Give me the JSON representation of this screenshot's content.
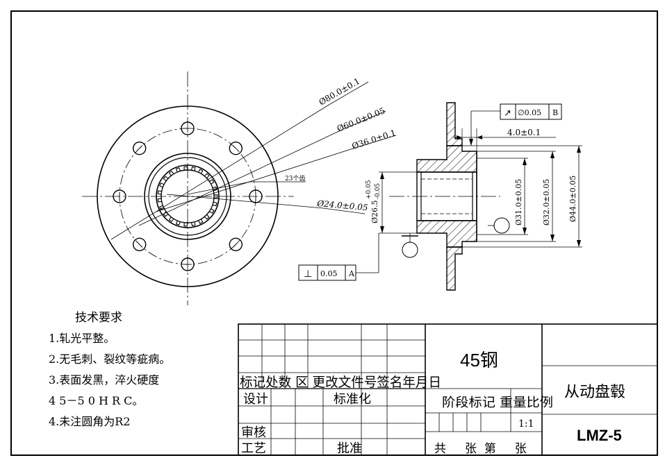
{
  "dimensions": {
    "d80": "Ø80.0±0.1",
    "d60": "Ø60.0±0.05",
    "d36": "Ø36.0±0.1",
    "teeth": "23个齿",
    "d24": "Ø24.0±0.05",
    "d26_5": "Ø26.5",
    "d26_5_tol_upper": "+0.05",
    "d26_5_tol_lower": "-0.05",
    "d31": "Ø31.0±0.05",
    "d32": "Ø32.0±0.05",
    "d44": "Ø44.0±0.05",
    "width4": "4.0±0.1"
  },
  "tolerance_frames": {
    "runout": {
      "symbol": "↗",
      "value": "∅0.05",
      "datum": "B"
    },
    "perpendicularity": {
      "symbol": "⊥",
      "value": "0.05",
      "datum": "A"
    }
  },
  "tech_requirements": {
    "title": "技术要求",
    "items": [
      "1.轧光平整。",
      "2.无毛刺、裂纹等疵病。",
      "3.表面发黑，淬火硬度",
      "4 5－5 0 H R C。",
      "4.未注圆角为R2"
    ]
  },
  "title_block": {
    "material": "45钢",
    "part_name": "从动盘毂",
    "drawing_number": "LMZ-5",
    "header_row": "标记处数 区 更改文件号签名年月日",
    "design": "设计",
    "standardization": "标准化",
    "stage_row": "阶段标记 重量比例",
    "review": "审核",
    "process": "工艺",
    "approve": "批准",
    "scale": "1:1",
    "sheet_row": "共     张  第     张"
  }
}
